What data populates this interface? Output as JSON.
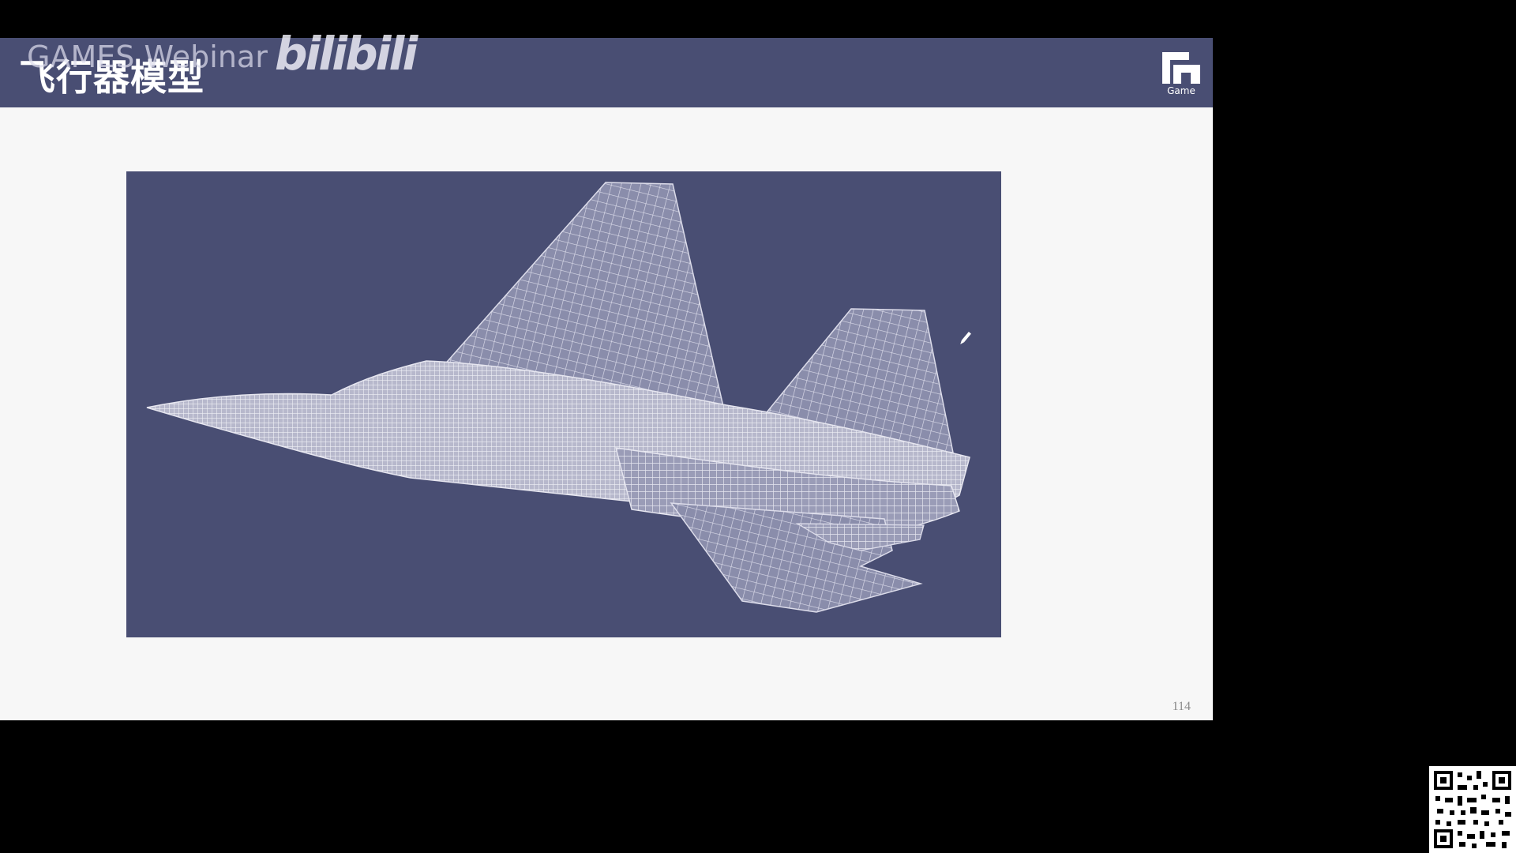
{
  "slide": {
    "title": "飞行器模型",
    "watermark": "GAMES Webinar",
    "bili_logo": "bilibili",
    "logo_text": "Game",
    "page_number": "114"
  },
  "figure": {
    "subject": "aircraft quad wireframe mesh"
  },
  "colors": {
    "header": "#494e73",
    "slide_bg": "#f7f7f7",
    "figure_bg": "#494e73",
    "mesh_line": "#e6e6f0",
    "screen_bg": "#000000"
  },
  "icons": {
    "logo": "games-logo-icon",
    "cursor": "pen-cursor-icon",
    "qr": "qr-code-icon"
  }
}
